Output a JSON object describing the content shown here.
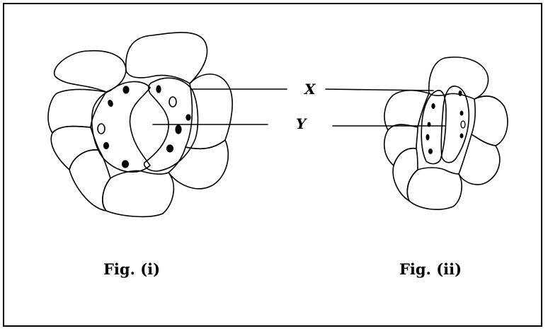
{
  "labels": {
    "x": "X",
    "y": "Y"
  },
  "captions": {
    "fig1": "Fig. (i)",
    "fig2": "Fig. (ii)"
  },
  "colors": {
    "ink": "#000000",
    "background": "#ffffff"
  }
}
